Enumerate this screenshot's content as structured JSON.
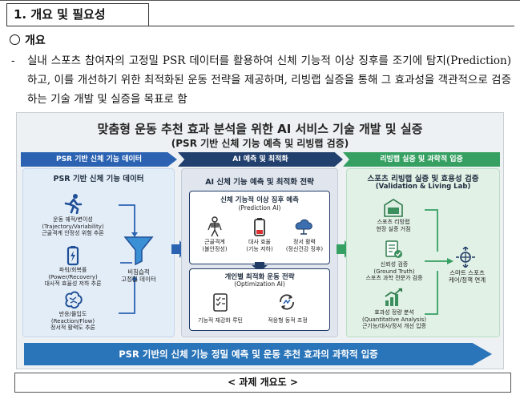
{
  "section": {
    "title": "1. 개요 및 필요성"
  },
  "overview": {
    "label": "개요"
  },
  "paragraph": {
    "dash": "-",
    "text": "실내 스포츠 참여자의 고정밀 PSR 데이터를 활용하여 신체 기능적 이상 징후를 조기에 탐지(Prediction)하고, 이를 개선하기 위한 최적화된 운동 전략을 제공하며, 리빙랩 실증을 통해 그 효과성을 객관적으로 검증하는 기술 개발 및 실증을 목표로 함"
  },
  "figure": {
    "title": "맞춤형 운동 추천 효과 분석을 위한 AI 서비스 기술 개발 및 실증",
    "subtitle": "(PSR 기반 신체 기능 예측 및 리빙랩 검증)",
    "headers": [
      "PSR 기반 신체 기능 데이터",
      "AI 예측 및 최적화",
      "리빙랩 실증 및 과학적 입증"
    ],
    "left": {
      "title": "PSR 기반 신체 기능 데이터",
      "items": [
        {
          "line1": "운동 궤적/변이성",
          "line2": "(Trajectory/Variability)",
          "line3": "근골격계 안정성 위험 추론",
          "icon": "runner-icon"
        },
        {
          "line1": "파워/회복률",
          "line2": "(Power/Recovery)",
          "line3": "대사적 효율성 저하 추론",
          "icon": "battery-icon"
        },
        {
          "line1": "반응/몰입도",
          "line2": "(Reaction/Flow)",
          "line3": "정서적 활력도 추론",
          "icon": "brain-icon"
        }
      ],
      "funnel_line1": "비침습적",
      "funnel_line2": "고정밀 데이터"
    },
    "middle": {
      "title": "AI 신체 기능 예측 및 최적화 전략",
      "box1_title": "신체 기능적 이상 징후 예측",
      "box1_sub": "(Prediction AI)",
      "box1_items": [
        {
          "l1": "근골격계",
          "l2": "(불안정성)"
        },
        {
          "l1": "대사 효율",
          "l2": "(기능 저하)"
        },
        {
          "l1": "정서 활력",
          "l2": "(정신건강 징후)"
        }
      ],
      "box2_title": "개인별 최적화 운동 전략",
      "box2_sub": "(Optimization AI)",
      "box2_items": [
        "기능적 재강화 루틴",
        "적응형 동적 조정"
      ]
    },
    "right": {
      "title": "스포츠 리빙랩 실증 및 효용성 검증",
      "sub": "(Validation & Living Lab)",
      "items": [
        {
          "l1": "스포츠 리빙랩",
          "l2": "현장 실증 거점"
        },
        {
          "l1": "신뢰성 검증",
          "l2": "(Ground Truth)",
          "l3": "스포츠 과학 전문가 검증"
        },
        {
          "l1": "효과성 정량 분석",
          "l2": "(Quantitative Analysis)",
          "l3": "근기능/대사/정서 개선 입증"
        }
      ],
      "end_l1": "스마트 스포츠",
      "end_l2": "케어/정책 연계"
    },
    "band": "PSR 기반의 신체 기능 정밀 예측 및 운동 추천 효과의 과학적 입증"
  },
  "caption": "< 과제 개요도 >",
  "colors": {
    "blue": "#2b63b2",
    "navy": "#22406e",
    "green": "#35a062",
    "band": "#2a74b9"
  }
}
